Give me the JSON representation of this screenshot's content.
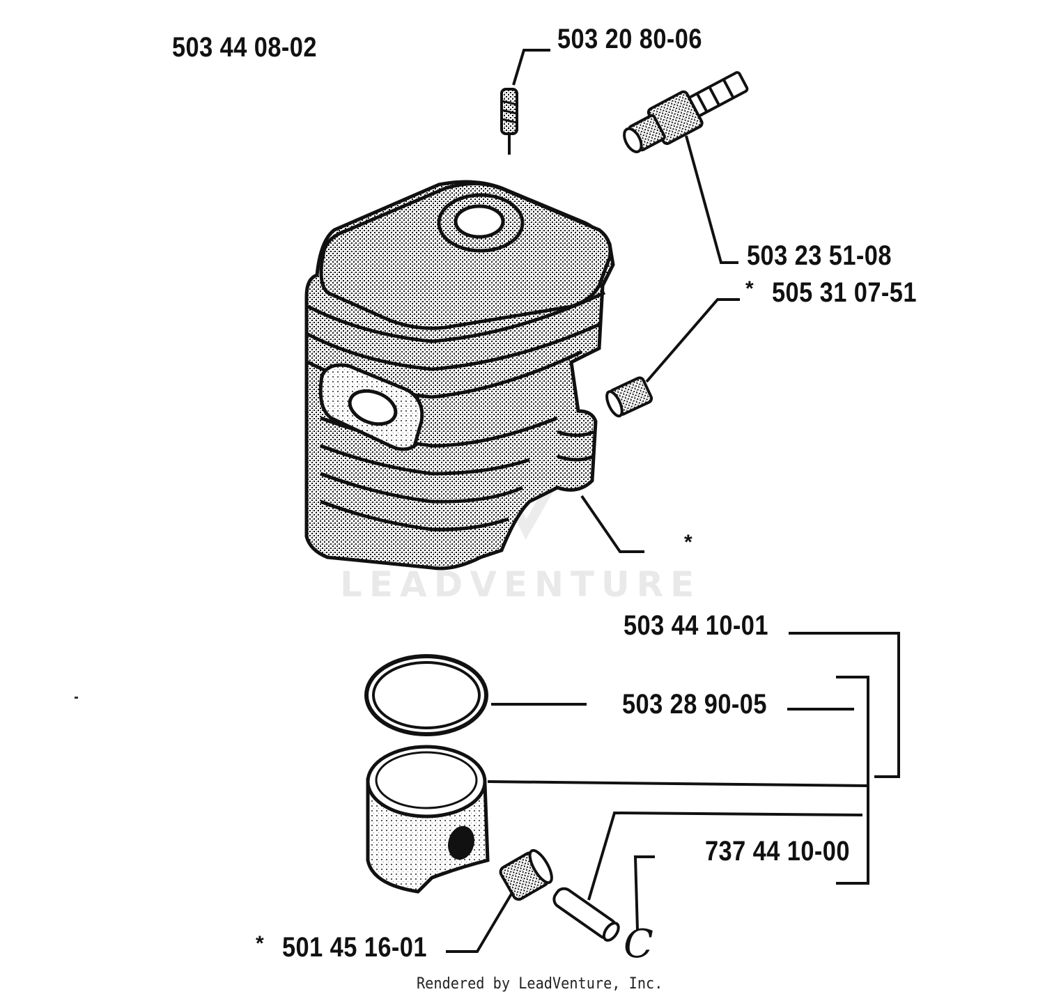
{
  "parts": {
    "assembly": "503 44 08-02",
    "screw": "503 20 80-06",
    "spark_plug": "503 23 51-08",
    "decomp_nut": "505 31 07-51",
    "piston_kit": "503 44 10-01",
    "piston_ring": "503 28 90-05",
    "piston_set": "737 44 10-00",
    "needle_bearing": "501 45 16-01"
  },
  "asterisk": "*",
  "watermark": "LEADVENTURE",
  "footer": "Rendered by LeadVenture, Inc.",
  "clip_symbol": "C",
  "colors": {
    "ink": "#111111",
    "watermark": "#e9e9e9",
    "background": "#ffffff"
  }
}
